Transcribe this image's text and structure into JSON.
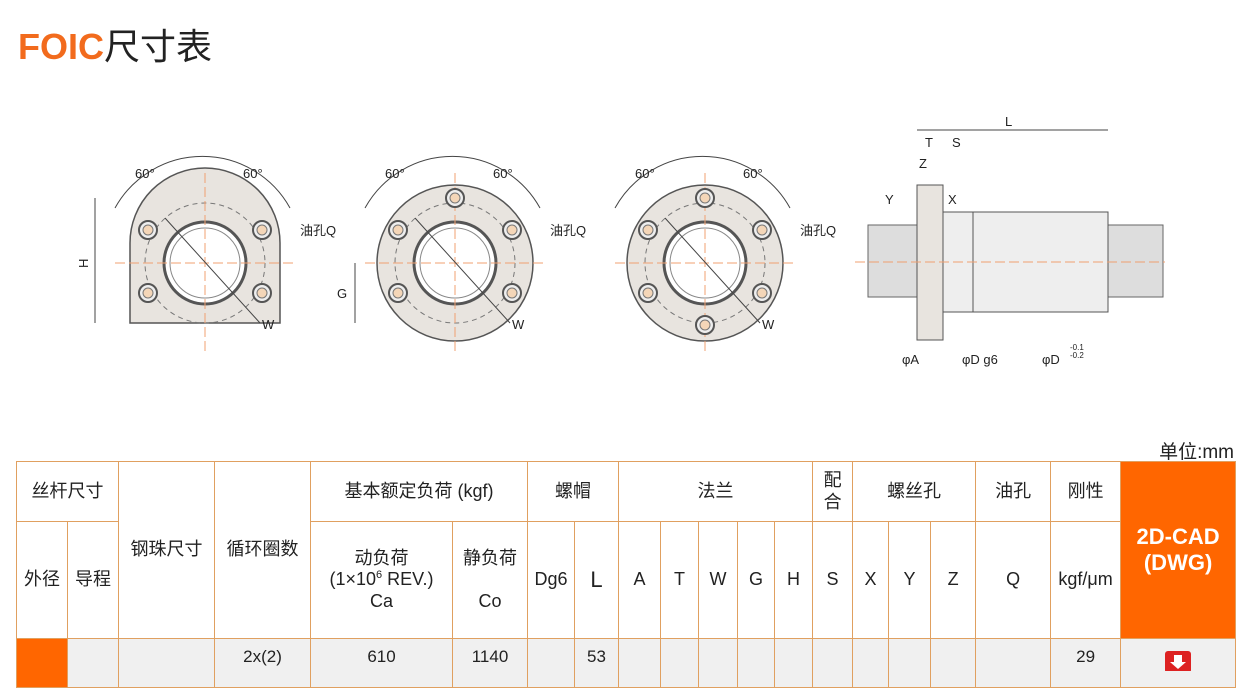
{
  "title": {
    "brand": "FOIC",
    "suffix": "尺寸表"
  },
  "diagram": {
    "angle1": "60°",
    "angle2": "60°",
    "oil_hole": "油孔Q",
    "w": "W",
    "h": "H",
    "g": "G",
    "side": {
      "l": "L",
      "t": "T",
      "s": "S",
      "z": "Z",
      "y": "Y",
      "x": "X",
      "a": "φA",
      "dg6": "φD g6",
      "d": "φD",
      "tol_top": "-0.1",
      "tol_bot": "-0.2"
    }
  },
  "unit": "单位:mm",
  "table": {
    "groups": {
      "screw": "丝杆尺寸",
      "ball": "钢珠尺寸",
      "turns": "循环圈数",
      "load": "基本额定负荷 (kgf)",
      "nut": "螺帽",
      "flange": "法兰",
      "fit": "配合",
      "bolt": "螺丝孔",
      "oil": "油孔",
      "rigidity": "刚性",
      "cad": "2D-CAD",
      "cad2": "(DWG)"
    },
    "sub": {
      "od": "外径",
      "lead": "导程",
      "dyn": "动负荷",
      "dyn2a": "(1×10",
      "dyn2exp": "6",
      "dyn2b": " REV.)",
      "ca": "Ca",
      "stat": "静负荷",
      "co": "Co",
      "dg6": "Dg6",
      "l": "L",
      "a": "A",
      "t": "T",
      "w": "W",
      "g": "G",
      "h": "H",
      "s": "S",
      "x": "X",
      "y": "Y",
      "z": "Z",
      "q": "Q",
      "rig": "kgf/μm"
    },
    "row": [
      "",
      "",
      "",
      "2x(2)",
      "610",
      "1140",
      "",
      "53",
      "",
      "",
      "",
      "",
      "",
      "",
      "",
      "",
      "",
      "",
      "29"
    ]
  }
}
